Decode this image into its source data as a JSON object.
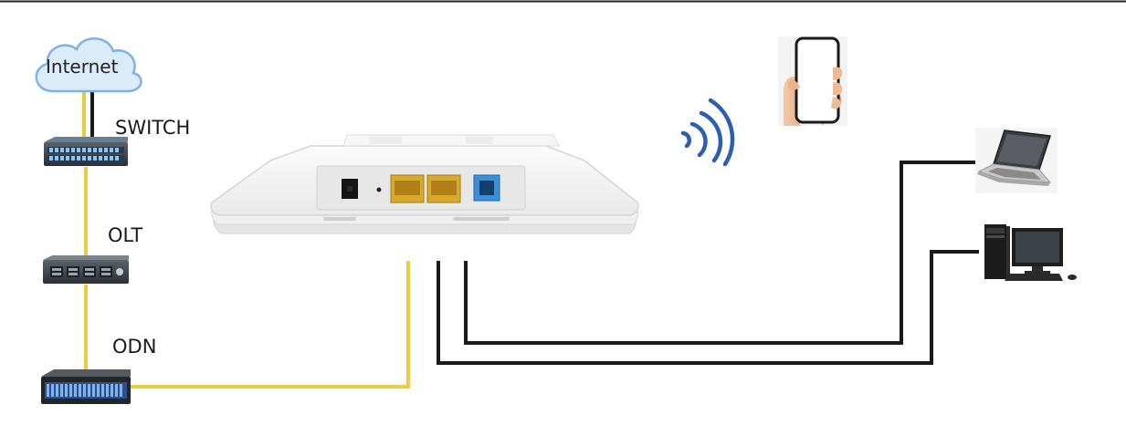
{
  "labels": {
    "internet": "Internet",
    "switch": "SWITCH",
    "olt": "OLT",
    "odn": "ODN"
  },
  "colors": {
    "fiber": "#e9cc3f",
    "ethernet": "#1a1a1a",
    "wifi": "#2b5fb0",
    "cloud_fill": "#dcebfa",
    "cloud_stroke": "#7eb1e6",
    "rack_device": "#3a3f44",
    "port_yellow": "#d8a92a",
    "port_blue": "#3a8fd6",
    "device_body": "#f4f4f4"
  },
  "icons": {
    "cloud": "cloud-icon",
    "switch": "network-switch-icon",
    "olt": "olt-device-icon",
    "odn": "odn-splitter-icon",
    "onu": "ceiling-onu-router-icon",
    "wifi": "wifi-signal-icon",
    "phone": "smartphone-icon",
    "laptop": "laptop-icon",
    "desktop": "desktop-pc-icon"
  }
}
